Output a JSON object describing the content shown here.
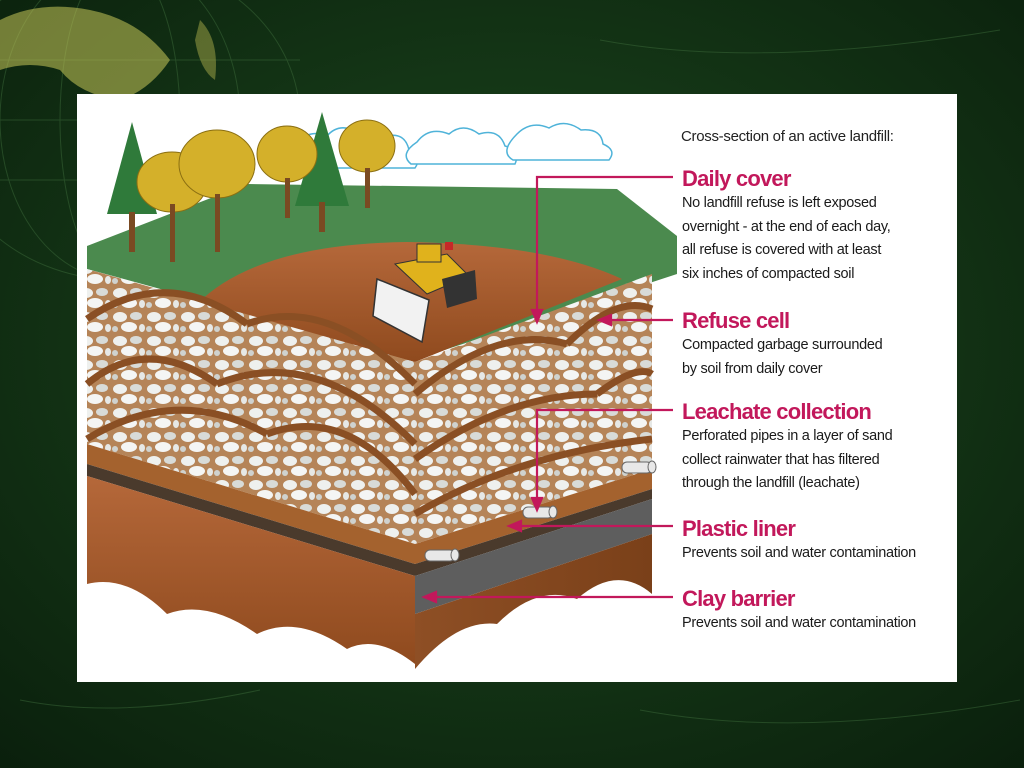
{
  "heading": "Cross-section of an active landfill:",
  "accent_color": "#c2185b",
  "labels": {
    "daily_cover": {
      "title": "Daily cover",
      "lines": [
        "No landfill refuse is left exposed",
        "overnight - at the end of each day,",
        "all refuse is covered with at least",
        "six inches of compacted soil"
      ]
    },
    "refuse_cell": {
      "title": "Refuse cell",
      "lines": [
        "Compacted garbage surrounded",
        "by soil from daily cover"
      ]
    },
    "leachate_collection": {
      "title": "Leachate collection",
      "lines": [
        "Perforated pipes in a layer of sand",
        "collect rainwater that has filtered",
        "through the landfill (leachate)"
      ]
    },
    "plastic_liner": {
      "title": "Plastic liner",
      "lines": [
        "Prevents soil and water contamination"
      ]
    },
    "clay_barrier": {
      "title": "Clay barrier",
      "lines": [
        "Prevents soil and water contamination"
      ]
    }
  },
  "icons": {
    "trees": "tree-icon",
    "clouds": "cloud-icon",
    "bulldozer": "bulldozer-icon",
    "pipes": "pipe-icon"
  }
}
